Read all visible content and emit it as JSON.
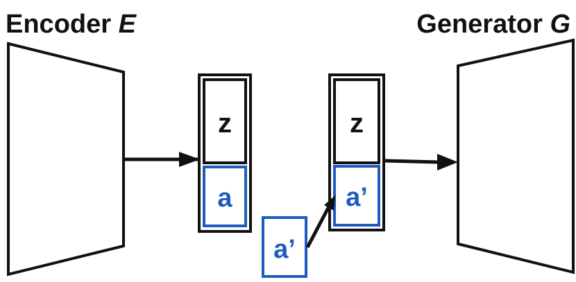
{
  "encoder": {
    "label": "Encoder ",
    "symbol": "E"
  },
  "generator": {
    "label": "Generator ",
    "symbol": "G"
  },
  "code_in": {
    "latent": "z",
    "attribute": "a"
  },
  "code_out": {
    "latent": "z",
    "attribute": "a’"
  },
  "new_attribute": "a’",
  "colors": {
    "stroke": "#111111",
    "attribute_blue": "#1f5bbf"
  }
}
